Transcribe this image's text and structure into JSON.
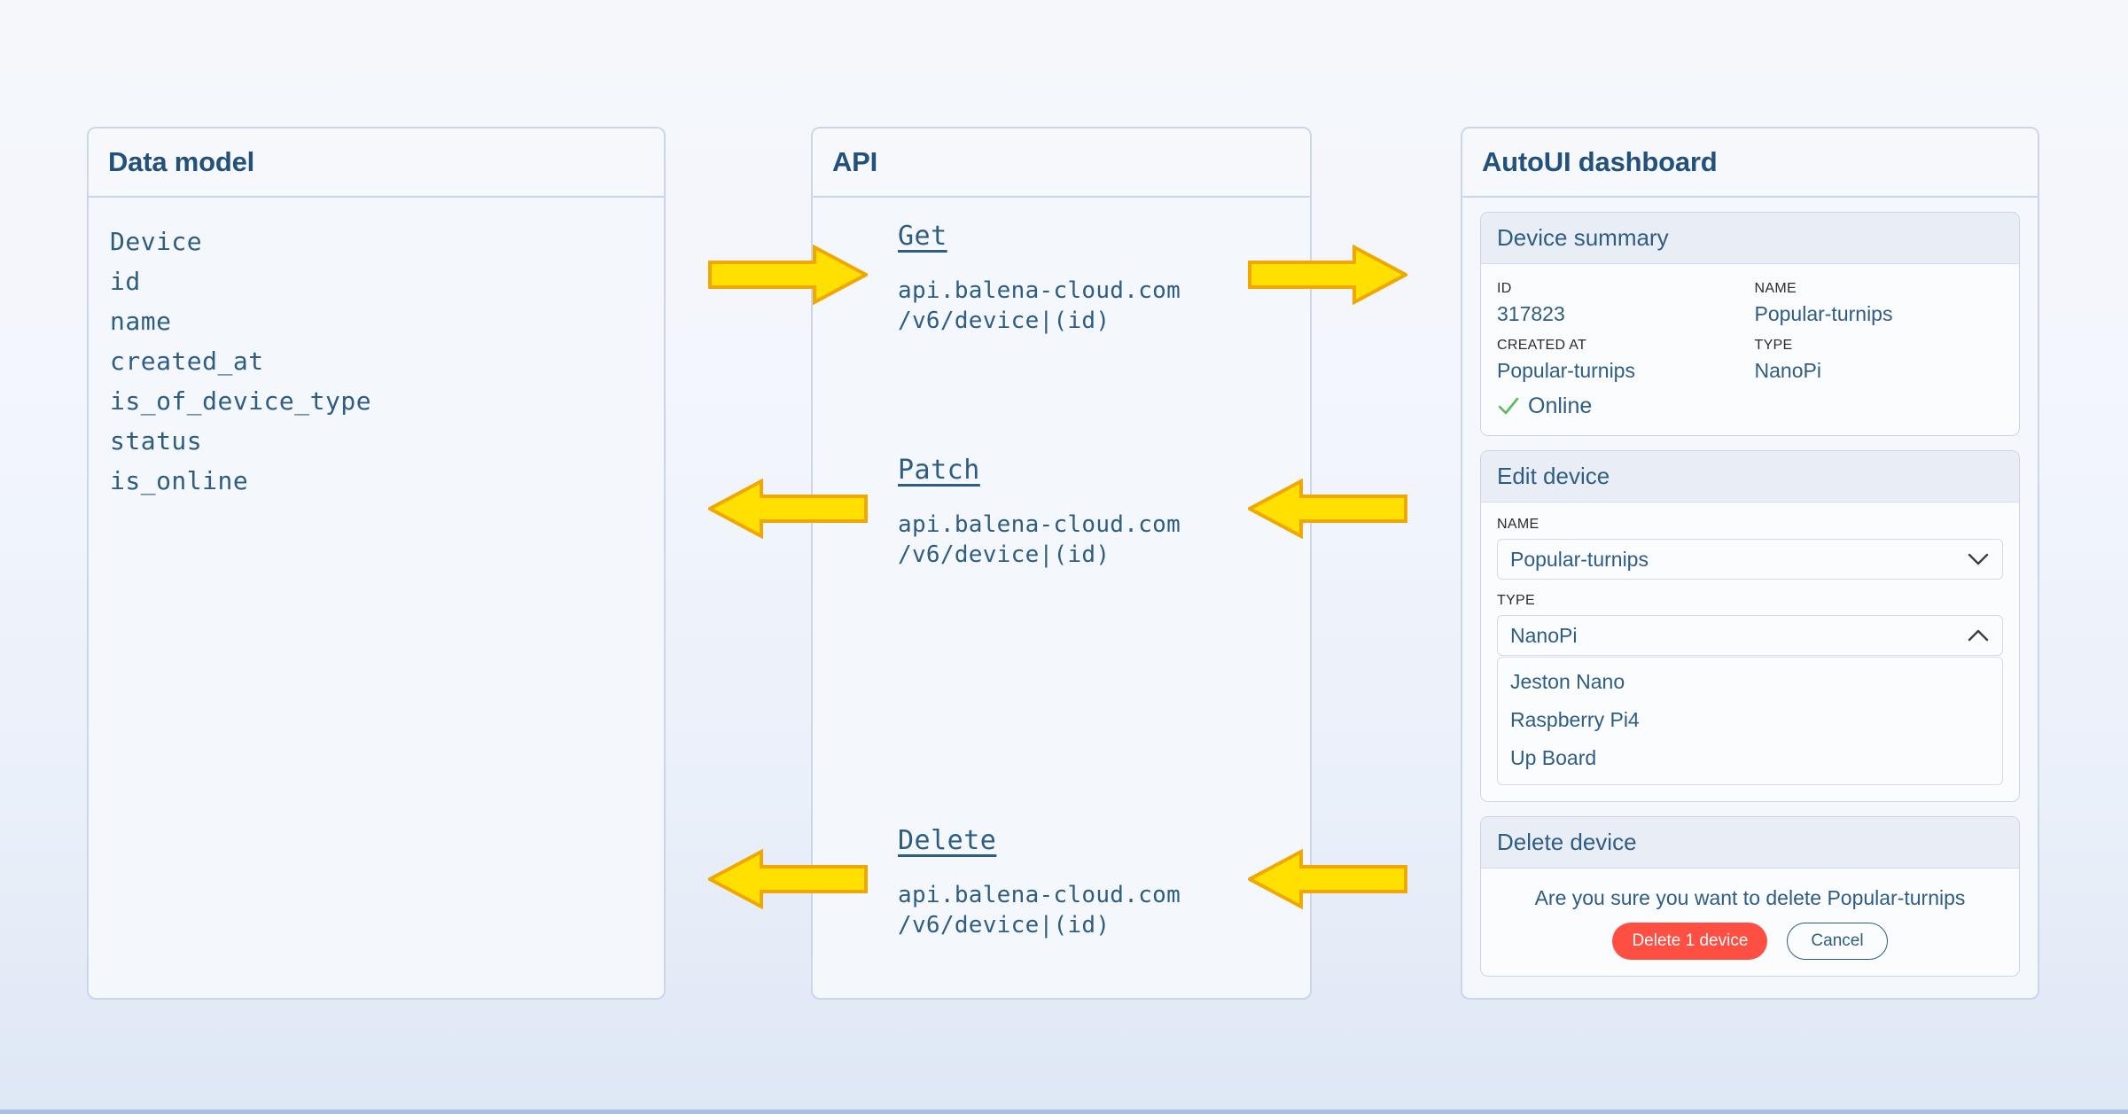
{
  "colors": {
    "background_top": "#f5f7fb",
    "background_bottom": "#dee7f5",
    "panel_bg": "#f4f7fc",
    "panel_border": "#ccd6e8",
    "title_blue": "#22527c",
    "text_blue": "#2e5d84",
    "arrow_fill": "#ffe000",
    "arrow_stroke": "#f0a800",
    "status_green": "#5cb85c",
    "danger_red": "#ff4f42"
  },
  "panels": {
    "data_model": {
      "title": "Data model",
      "fields": [
        "Device",
        "id",
        "name",
        "created_at",
        "is_of_device_type",
        "status",
        "is_online"
      ]
    },
    "api": {
      "title": "API",
      "endpoints": [
        {
          "verb": "Get",
          "url": "api.balena-cloud.com\n/v6/device|(id)"
        },
        {
          "verb": "Patch",
          "url": "api.balena-cloud.com\n/v6/device|(id)"
        },
        {
          "verb": "Delete",
          "url": "api.balena-cloud.com\n/v6/device|(id)"
        }
      ]
    },
    "dashboard": {
      "title": "AutoUI dashboard",
      "device_summary": {
        "title": "Device summary",
        "fields": [
          {
            "label": "ID",
            "value": "317823"
          },
          {
            "label": "NAME",
            "value": "Popular-turnips"
          },
          {
            "label": "CREATED AT",
            "value": "Popular-turnips"
          },
          {
            "label": "TYPE",
            "value": "NanoPi"
          }
        ],
        "status": {
          "icon": "check-icon",
          "text": "Online"
        }
      },
      "edit_device": {
        "title": "Edit device",
        "name_label": "NAME",
        "name_value": "Popular-turnips",
        "name_chevron": "chevron-down-icon",
        "type_label": "TYPE",
        "type_value": "NanoPi",
        "type_chevron": "chevron-up-icon",
        "type_options": [
          "Jeston Nano",
          "Raspberry Pi4",
          "Up Board"
        ]
      },
      "delete_device": {
        "title": "Delete device",
        "confirm_text": "Are you sure you want to delete Popular-turnips",
        "delete_label": "Delete 1 device",
        "cancel_label": "Cancel"
      }
    }
  },
  "arrows": [
    {
      "name": "arrow-model-to-api-get",
      "direction": "right"
    },
    {
      "name": "arrow-api-get-to-dashboard",
      "direction": "right"
    },
    {
      "name": "arrow-api-patch-to-model",
      "direction": "left"
    },
    {
      "name": "arrow-dashboard-to-api-patch",
      "direction": "left"
    },
    {
      "name": "arrow-api-delete-to-model",
      "direction": "left"
    },
    {
      "name": "arrow-dashboard-to-api-delete",
      "direction": "left"
    }
  ]
}
